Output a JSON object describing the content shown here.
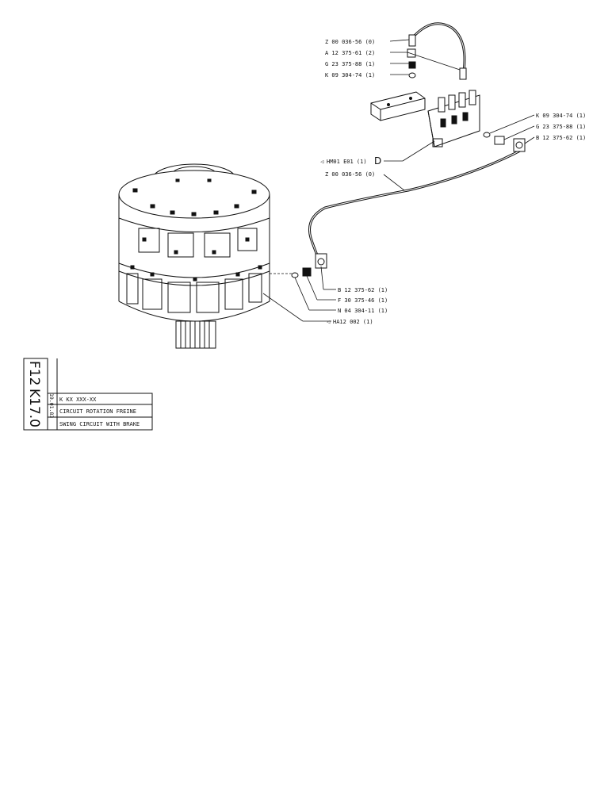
{
  "callouts": {
    "top_hose": "Z 00 036-56 (0)",
    "top_adapter": "A 12 375-61 (2)",
    "top_fitting": "G 23 375-88 (1)",
    "top_seal": "K 09 304-74 (1)",
    "right_seal": "K 09 304-74 (1)",
    "right_fitting": "G 23 375-88 (1)",
    "right_elbow": "B 12 375-62 (1)",
    "valve_ref": "HM01 E01 (1)",
    "detail_letter": "D",
    "main_hose": "Z 00 036-56 (0)",
    "motor_elbow": "B 12 375-62 (1)",
    "motor_fitting": "F 30 375-46 (1)",
    "motor_seal": "N 04 304-11 (1)",
    "motor_ref": "HA12 002 (1)"
  },
  "title_block": {
    "section_code": "F12",
    "sheet_code": "K17.0",
    "date": "19.01.83",
    "part_number": "K KX XXX-XX",
    "title_fr": "CIRCUIT ROTATION FREINE",
    "title_en": "SWING CIRCUIT WITH BRAKE"
  }
}
